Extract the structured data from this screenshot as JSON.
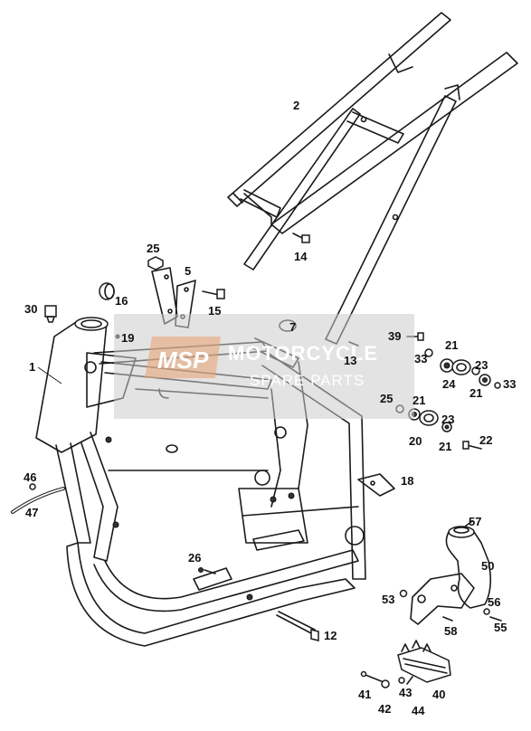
{
  "callouts": {
    "n1": "1",
    "n2": "2",
    "n5": "5",
    "n7": "7",
    "n12": "12",
    "n13": "13",
    "n14": "14",
    "n15": "15",
    "n16": "16",
    "n18": "18",
    "n19": "19",
    "n20": "20",
    "n21a": "21",
    "n21b": "21",
    "n21c": "21",
    "n21d": "21",
    "n22": "22",
    "n23a": "23",
    "n23b": "23",
    "n24": "24",
    "n25a": "25",
    "n25b": "25",
    "n26": "26",
    "n30": "30",
    "n33a": "33",
    "n33b": "33",
    "n39": "39",
    "n40": "40",
    "n41": "41",
    "n42": "42",
    "n43": "43",
    "n44": "44",
    "n46": "46",
    "n47": "47",
    "n50": "50",
    "n53": "53",
    "n55": "55",
    "n56": "56",
    "n57": "57",
    "n58": "58"
  },
  "watermark": {
    "logo": "MSP",
    "line1": "MOTORCYCLE",
    "line2": "SPARE PARTS",
    "colors": {
      "logo": "#e8a070",
      "box": "#cccccc"
    }
  }
}
